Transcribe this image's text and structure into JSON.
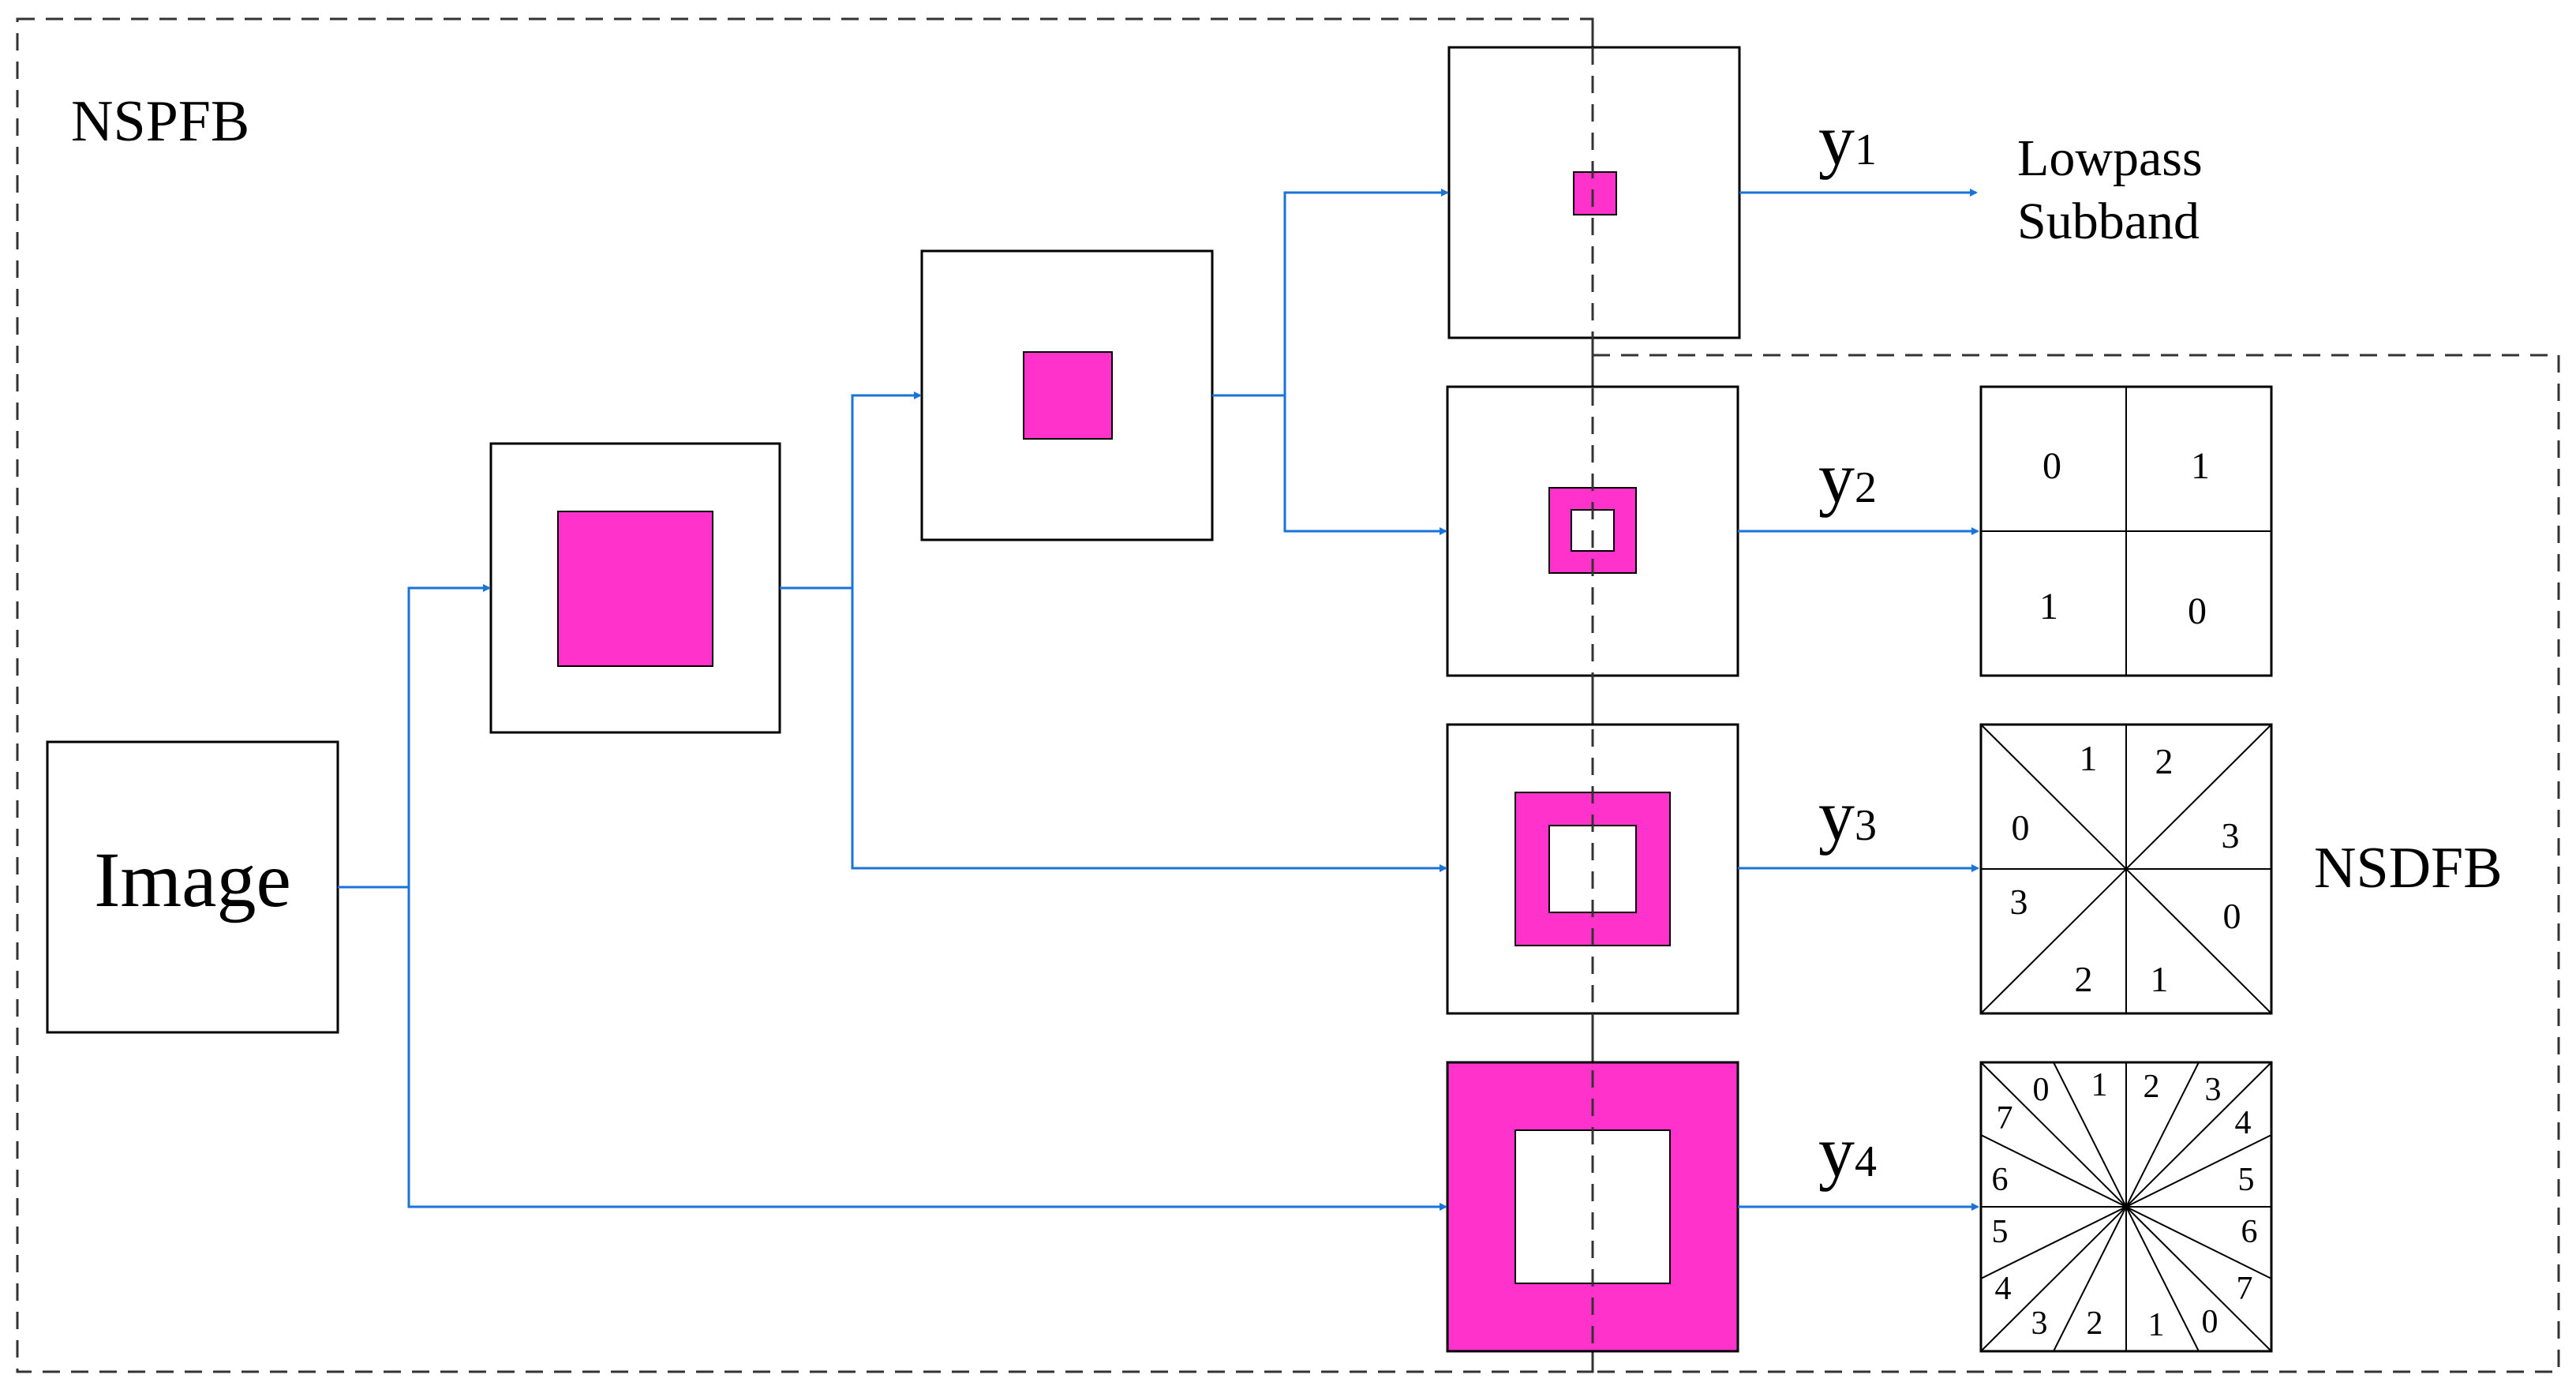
{
  "labels": {
    "nspfb": "NSPFB",
    "nsdfb": "NSDFB",
    "image": "Image",
    "lowpass_line1": "Lowpass",
    "lowpass_line2": "Subband"
  },
  "outputs": [
    {
      "letter": "y",
      "sub": "1"
    },
    {
      "letter": "y",
      "sub": "2"
    },
    {
      "letter": "y",
      "sub": "3"
    },
    {
      "letter": "y",
      "sub": "4"
    }
  ],
  "dfb2": [
    "0",
    "1",
    "1",
    "0"
  ],
  "dfb3": [
    "1",
    "2",
    "0",
    "3",
    "3",
    "0",
    "2",
    "1"
  ],
  "dfb4": [
    "0",
    "1",
    "2",
    "3",
    "7",
    "4",
    "6",
    "5",
    "5",
    "6",
    "4",
    "7",
    "3",
    "2",
    "1",
    "0"
  ],
  "colors": {
    "filter_fill": "#ff33cc",
    "arrow": "#1a73d9",
    "line": "#000000"
  }
}
